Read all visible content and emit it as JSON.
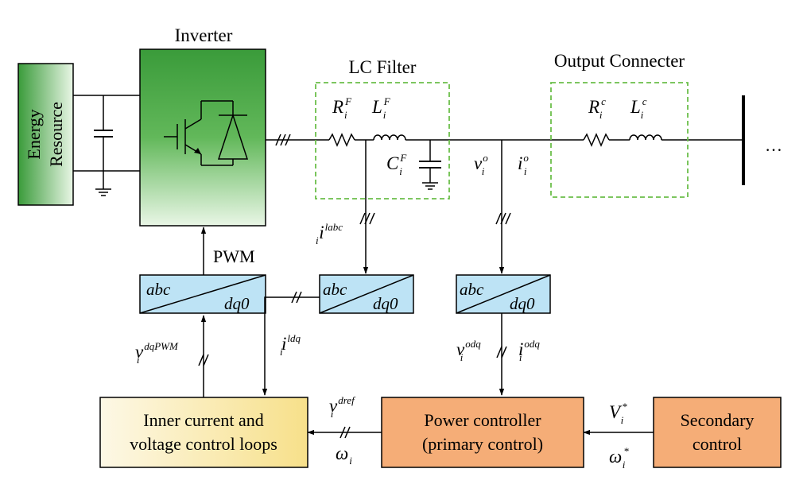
{
  "labels": {
    "inverter": "Inverter",
    "lc_filter": "LC Filter",
    "output_connecter": "Output Connecter",
    "pwm": "PWM",
    "ellipsis": "…"
  },
  "energy_resource": {
    "line1": "Energy",
    "line2": "Resource"
  },
  "converter": {
    "top": "abc",
    "bottom": "dq0"
  },
  "inner_loop": {
    "line1": "Inner current and",
    "line2": "voltage control loops"
  },
  "power_controller": {
    "line1": "Power controller",
    "line2": "(primary control)"
  },
  "secondary": {
    "line1": "Secondary",
    "line2": "control"
  },
  "symbols": {
    "rf": {
      "base": "R",
      "sub": "i",
      "sup": "F"
    },
    "lf": {
      "base": "L",
      "sub": "i",
      "sup": "F"
    },
    "cf": {
      "base": "C",
      "sub": "i",
      "sup": "F"
    },
    "rc": {
      "base": "R",
      "sub": "i",
      "sup": "c"
    },
    "lc": {
      "base": "L",
      "sub": "i",
      "sup": "c"
    },
    "vo": {
      "base": "v",
      "sub": "i",
      "sup": "o"
    },
    "io": {
      "base": "i",
      "sub": "i",
      "sup": "o"
    },
    "ilabc": {
      "base": "i",
      "sub": "i",
      "sup": "labc"
    },
    "ildq": {
      "base": "i",
      "sub": "i",
      "sup": "ldq"
    },
    "vodq": {
      "base": "v",
      "sub": "i",
      "sup": "odq"
    },
    "iodq": {
      "base": "i",
      "sub": "i",
      "sup": "odq"
    },
    "vdqpwm": {
      "base": "v",
      "sub": "i",
      "sup": "dqPWM"
    },
    "vdref": {
      "base": "v",
      "sub": "i",
      "sup": "dref"
    },
    "omega": {
      "base": "ω",
      "sub": "i",
      "sup": ""
    },
    "vstar": {
      "base": "V",
      "sub": "i",
      "sup": "*"
    },
    "omegastar": {
      "base": "ω",
      "sub": "i",
      "sup": "*"
    }
  },
  "colors": {
    "green_dark": "#3a9b3a",
    "green_light": "#e9f6e6",
    "converter_fill": "#bde3f5",
    "orange": "#f5ad77",
    "yellow": "#f7e08a",
    "dash_green": "#6bbf4a"
  }
}
